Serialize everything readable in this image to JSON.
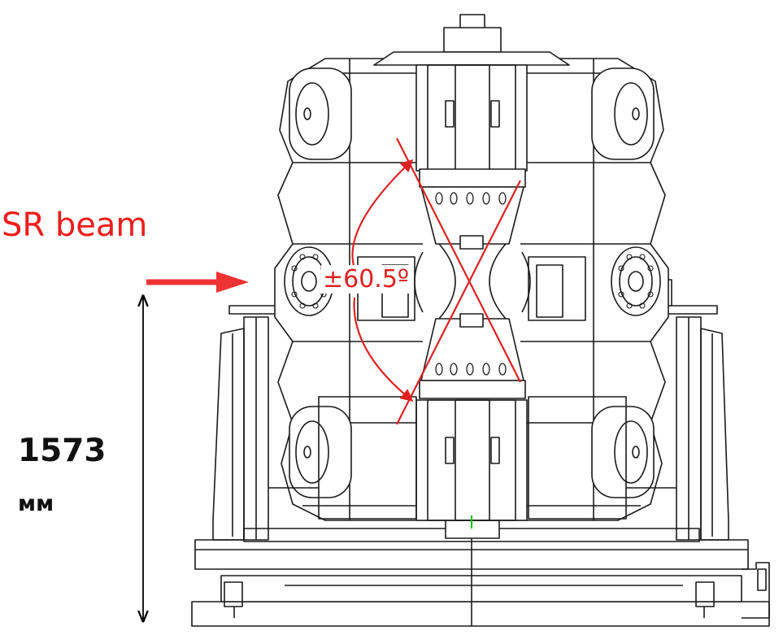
{
  "labels": {
    "beam": "SR beam",
    "angle": "±60.5º",
    "dimension_value": "1573",
    "dimension_unit": "мм"
  },
  "colors": {
    "annotation": "#ee1c1c",
    "drawing": "#1a1a1a",
    "centerline": "#00c000"
  },
  "icons": {
    "beam_arrow": "right-arrow-icon",
    "height_arrow": "double-headed-vertical-arrow-icon"
  }
}
